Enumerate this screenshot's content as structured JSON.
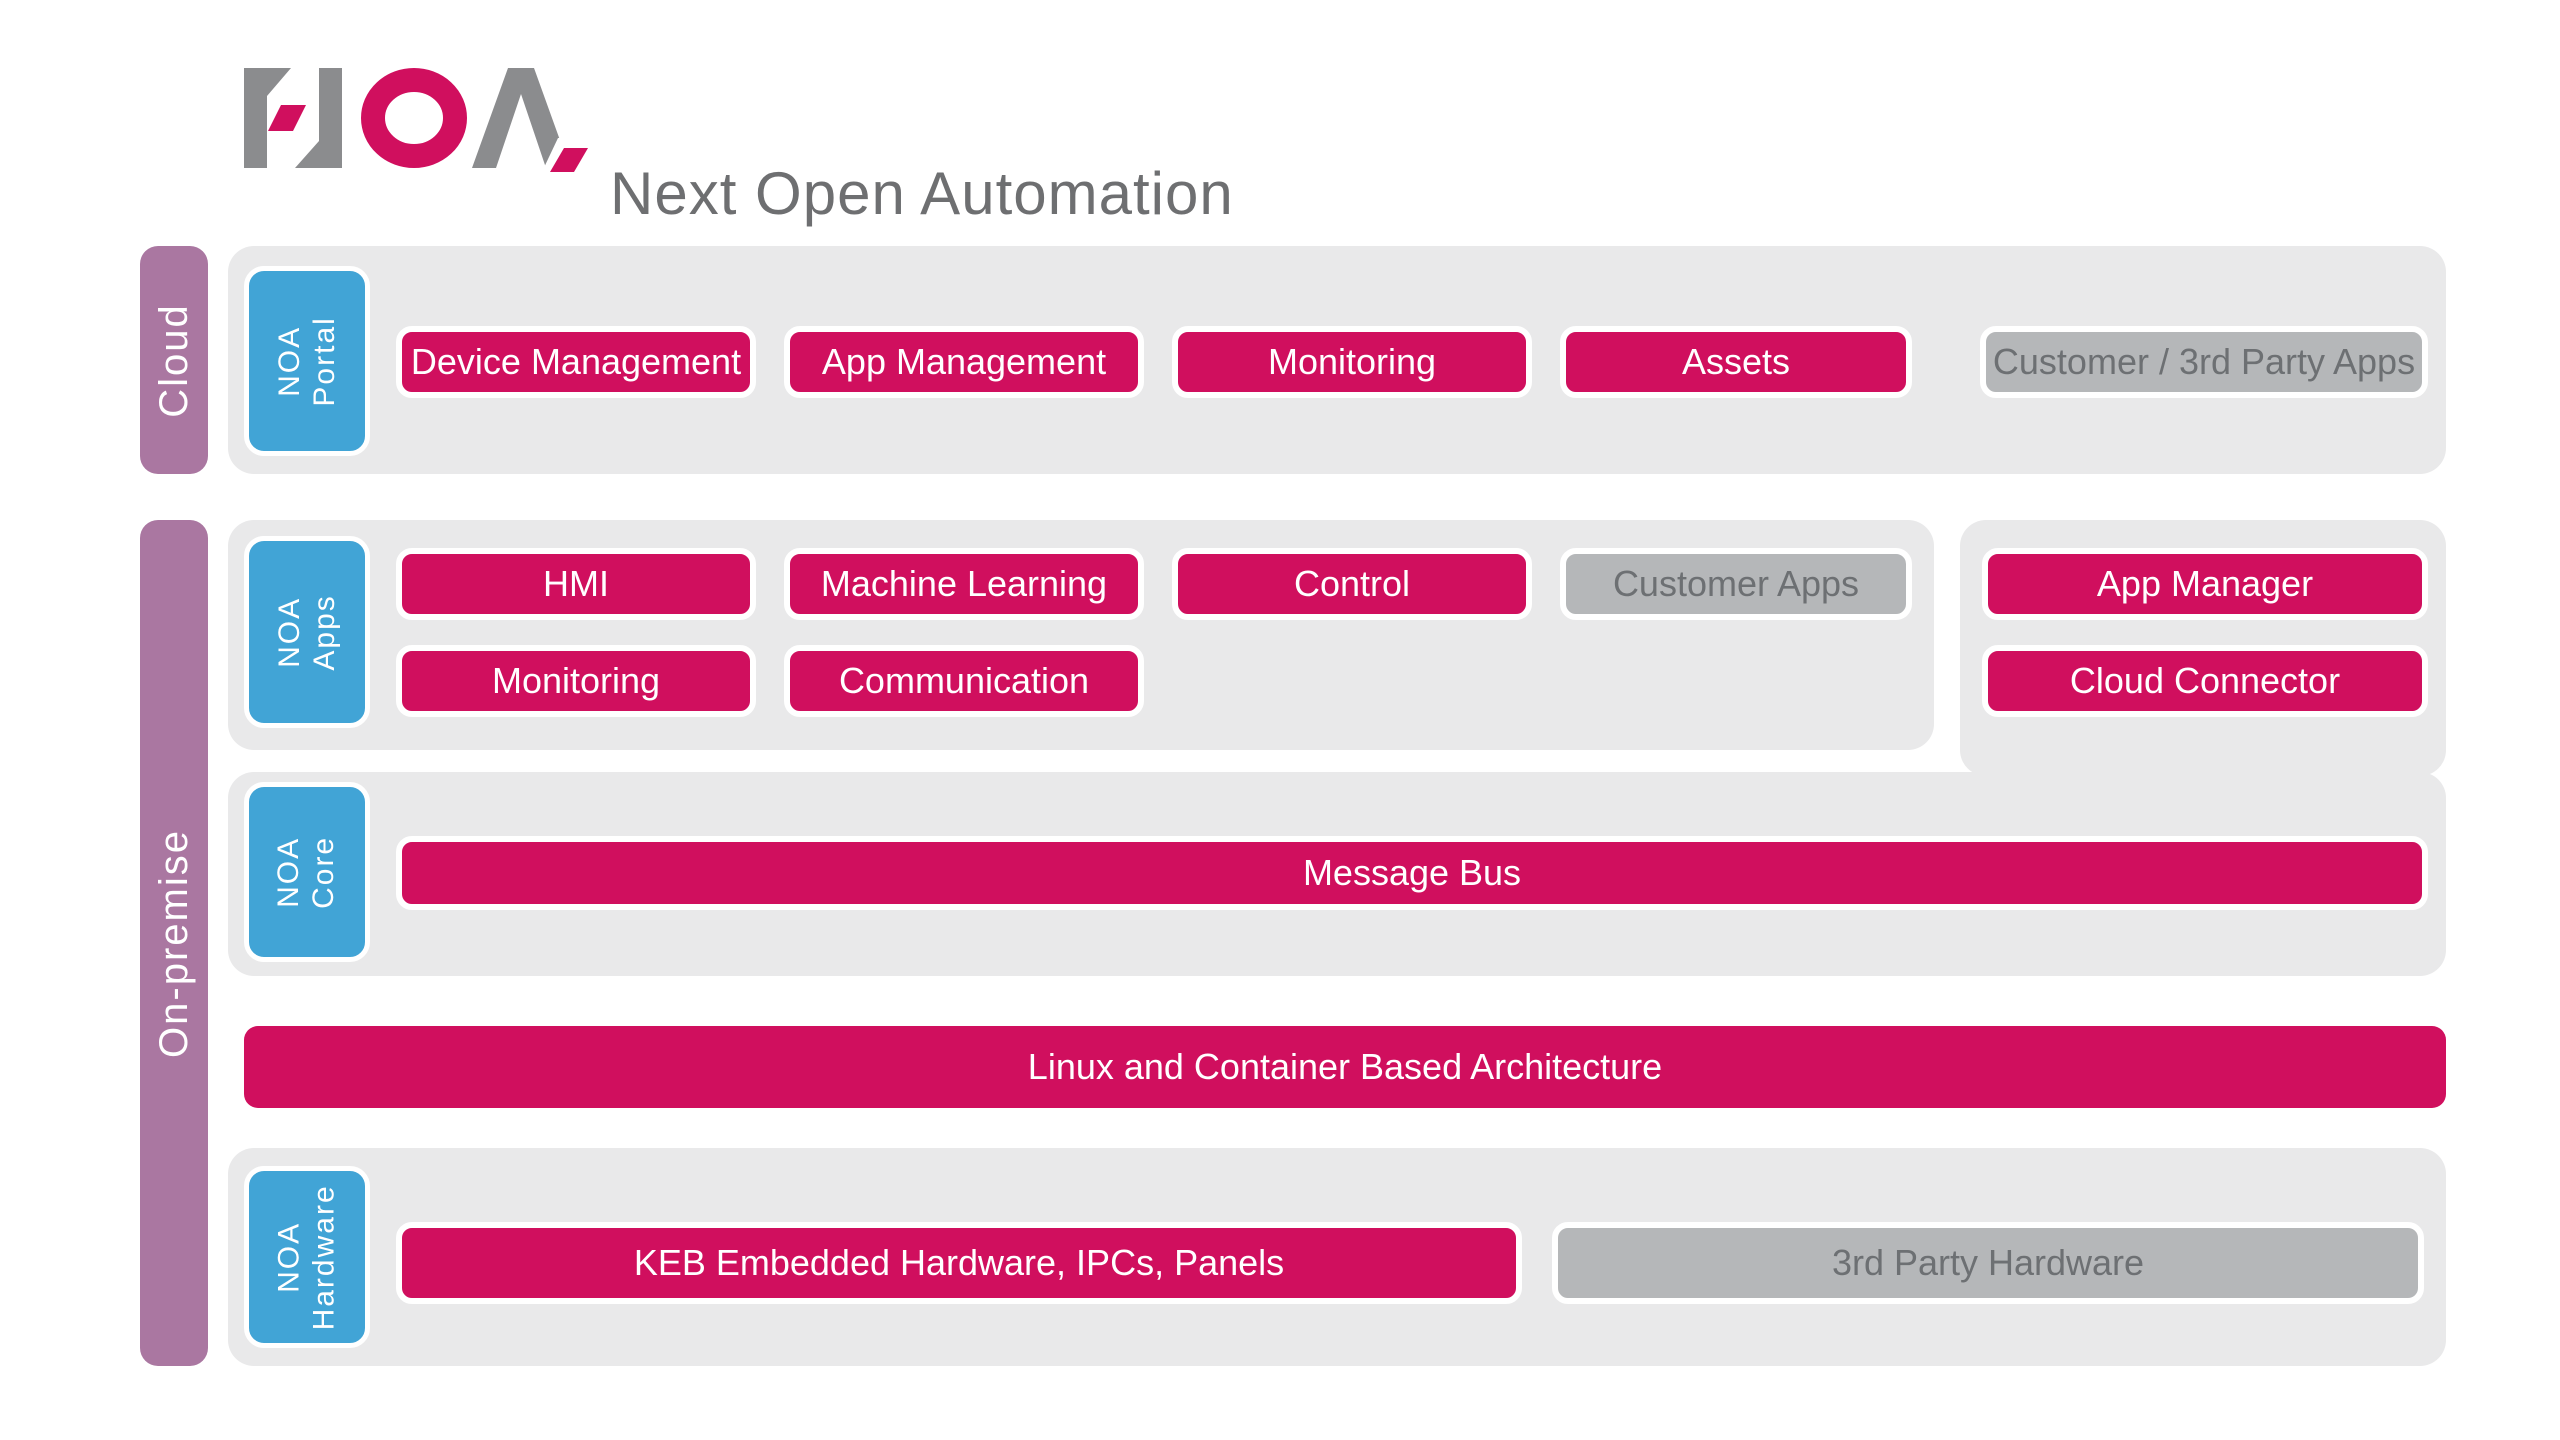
{
  "logo": {
    "brand": "NOA",
    "subtitle": "Next Open Automation"
  },
  "colors": {
    "pink": "#d00f5e",
    "blue": "#41a4d6",
    "purple": "#aa77a1",
    "panel_gray": "#e9e9ea",
    "disabled_fill": "#b5b7b9",
    "disabled_text": "#6d7073",
    "logo_gray": "#8b8c8e",
    "subtitle_gray": "#6e6f71"
  },
  "sidebars": {
    "cloud": "Cloud",
    "on_premise": "On-premise"
  },
  "noa_portal": {
    "label": [
      "NOA",
      "Portal"
    ],
    "buttons": [
      "Device Management",
      "App Management",
      "Monitoring",
      "Assets"
    ],
    "third_party": "Customer / 3rd Party Apps"
  },
  "noa_apps": {
    "label": [
      "NOA",
      "Apps"
    ],
    "row1": [
      "HMI",
      "Machine Learning",
      "Control"
    ],
    "customer_apps": "Customer Apps",
    "row2": [
      "Monitoring",
      "Communication"
    ]
  },
  "edge_panel": {
    "buttons": [
      "App Manager",
      "Cloud Connector"
    ]
  },
  "noa_core": {
    "label": [
      "NOA",
      "Core"
    ],
    "message_bus": "Message Bus"
  },
  "platform_bar": "Linux and Container Based Architecture",
  "noa_hardware": {
    "label": [
      "NOA",
      "Hardware"
    ],
    "keb": "KEB Embedded Hardware, IPCs, Panels",
    "third_party": "3rd Party Hardware"
  }
}
